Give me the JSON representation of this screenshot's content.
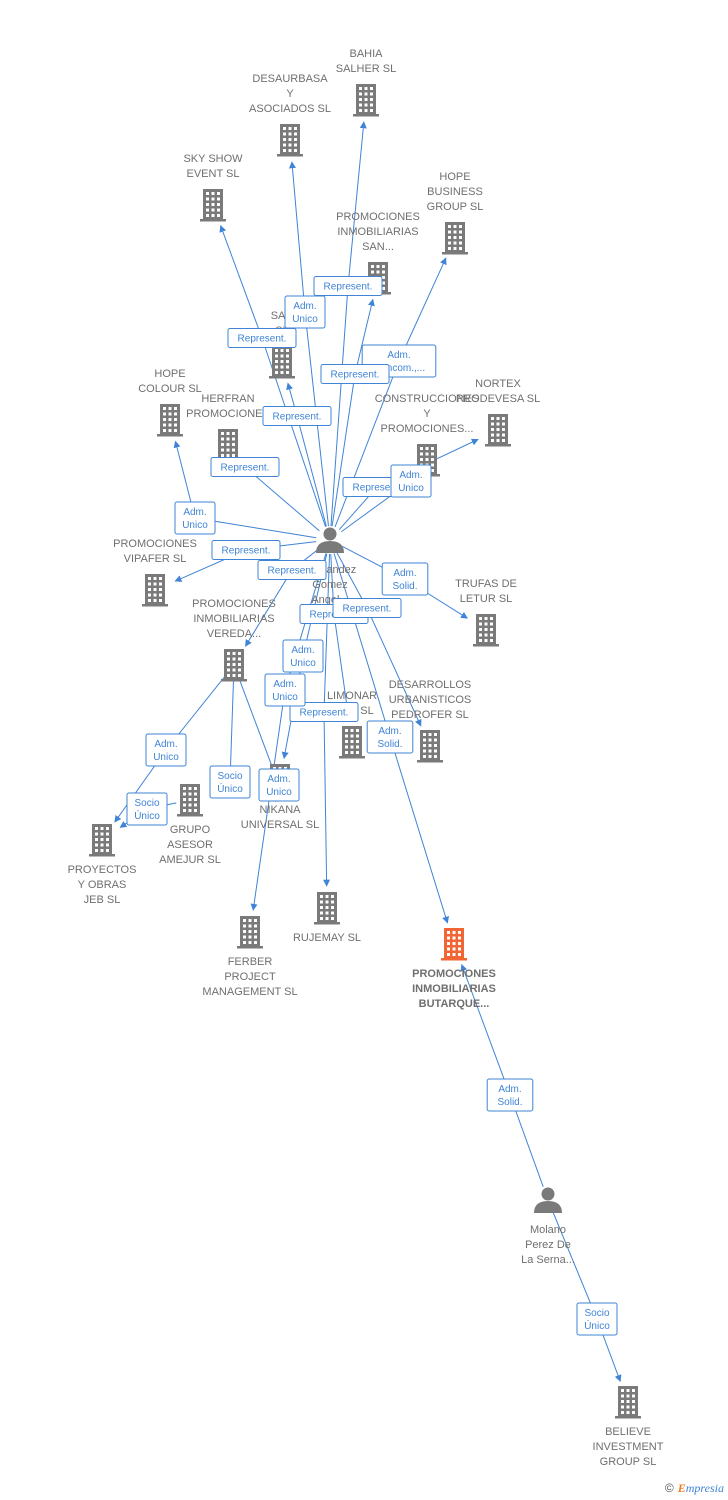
{
  "colors": {
    "edge": "#3f84d6",
    "building": "#7a7a7a",
    "building_highlight": "#f26535",
    "person": "#7a7a7a",
    "label": "#6f6f6f"
  },
  "nodes": [
    {
      "id": "bahia",
      "type": "company",
      "lines": [
        "BAHIA",
        "SALHER SL"
      ]
    },
    {
      "id": "desaurbasa",
      "type": "company",
      "lines": [
        "DESAURBASA",
        "Y",
        "ASOCIADOS SL"
      ]
    },
    {
      "id": "skyshow",
      "type": "company",
      "lines": [
        "SKY SHOW",
        "EVENT SL"
      ]
    },
    {
      "id": "hopebusiness",
      "type": "company",
      "lines": [
        "HOPE",
        "BUSINESS",
        "GROUP  SL"
      ]
    },
    {
      "id": "promosan",
      "type": "company",
      "lines": [
        "PROMOCIONES",
        "INMOBILIARIAS",
        "SAN..."
      ]
    },
    {
      "id": "san",
      "type": "company",
      "lines": [
        "SAN",
        "SL"
      ]
    },
    {
      "id": "hopecolour",
      "type": "company",
      "lines": [
        "HOPE",
        "COLOUR  SL"
      ]
    },
    {
      "id": "herfran",
      "type": "company",
      "lines": [
        "HERFRAN",
        "PROMOCIONES"
      ]
    },
    {
      "id": "nortex",
      "type": "company",
      "lines": [
        "NORTEX",
        "PRODEVESA SL"
      ]
    },
    {
      "id": "construcciones",
      "type": "company",
      "lines": [
        "CONSTRUCCIONES",
        "Y",
        "PROMOCIONES..."
      ]
    },
    {
      "id": "vipafer",
      "type": "company",
      "lines": [
        "PROMOCIONES",
        "VIPAFER SL"
      ]
    },
    {
      "id": "vereda",
      "type": "company",
      "lines": [
        "PROMOCIONES",
        "INMOBILIARIAS",
        "VEREDA..."
      ]
    },
    {
      "id": "trufas",
      "type": "company",
      "lines": [
        "TRUFAS DE",
        "LETUR SL"
      ]
    },
    {
      "id": "limonar",
      "type": "company",
      "lines": [
        "LIMONAR",
        "...IES SL"
      ]
    },
    {
      "id": "pedrofer",
      "type": "company",
      "lines": [
        "DESARROLLOS",
        "URBANISTICOS",
        "PEDROFER SL"
      ]
    },
    {
      "id": "asesor",
      "type": "company",
      "lines": [
        "GRUPO",
        "ASESOR",
        "AMEJUR SL"
      ]
    },
    {
      "id": "jeb",
      "type": "company",
      "lines": [
        "PROYECTOS",
        "Y OBRAS",
        "JEB SL"
      ]
    },
    {
      "id": "nikana",
      "type": "company",
      "lines": [
        "NIKANA",
        "UNIVERSAL SL"
      ]
    },
    {
      "id": "rujemay",
      "type": "company",
      "lines": [
        "RUJEMAY SL"
      ]
    },
    {
      "id": "ferber",
      "type": "company",
      "lines": [
        "FERBER",
        "PROJECT",
        "MANAGEMENT SL"
      ]
    },
    {
      "id": "butarque",
      "type": "company",
      "main": true,
      "lines": [
        "PROMOCIONES",
        "INMOBILIARIAS",
        "BUTARQUE..."
      ]
    },
    {
      "id": "believe",
      "type": "company",
      "lines": [
        "BELIEVE",
        "INVESTMENT",
        "GROUP SL"
      ]
    },
    {
      "id": "fernandez",
      "type": "person",
      "lines": [
        "Fernandez",
        "Gomez",
        "Angel..."
      ]
    },
    {
      "id": "molano",
      "type": "person",
      "lines": [
        "Molano",
        "Perez De",
        "La Serna..."
      ]
    }
  ],
  "edges": [
    {
      "from": "fernandez",
      "to": "bahia",
      "label": [
        "Represent."
      ]
    },
    {
      "from": "fernandez",
      "to": "desaurbasa",
      "label": [
        "Adm.",
        "Unico"
      ]
    },
    {
      "from": "fernandez",
      "to": "skyshow",
      "label": [
        "Represent."
      ]
    },
    {
      "from": "fernandez",
      "to": "hopebusiness",
      "label": [
        "Adm.",
        "Mancom.,..."
      ]
    },
    {
      "from": "fernandez",
      "to": "promosan",
      "label": [
        "Represent."
      ]
    },
    {
      "from": "fernandez",
      "to": "san",
      "label": [
        "Represent."
      ]
    },
    {
      "from": "fernandez",
      "to": "hopecolour",
      "label": [
        "Adm.",
        "Unico"
      ]
    },
    {
      "from": "fernandez",
      "to": "herfran",
      "label": [
        "Represent."
      ]
    },
    {
      "from": "fernandez",
      "to": "nortex",
      "label": [
        "Represent."
      ]
    },
    {
      "from": "fernandez",
      "to": "construcciones",
      "label": [
        "Adm.",
        "Unico"
      ]
    },
    {
      "from": "fernandez",
      "to": "vipafer",
      "label": [
        "Represent."
      ]
    },
    {
      "from": "fernandez",
      "to": "vereda",
      "label": [
        "Represent."
      ]
    },
    {
      "from": "fernandez",
      "to": "trufas",
      "label": [
        "Adm.",
        "Solid."
      ]
    },
    {
      "from": "fernandez",
      "to": "limonar",
      "label": [
        "Represent."
      ]
    },
    {
      "from": "fernandez",
      "to": "pedrofer",
      "label": [
        "Represent."
      ]
    },
    {
      "from": "fernandez",
      "to": "nikana",
      "label": [
        "Adm.",
        "Unico"
      ]
    },
    {
      "from": "fernandez",
      "to": "rujemay",
      "label": [
        "Represent."
      ]
    },
    {
      "from": "fernandez",
      "to": "ferber",
      "label": [
        "Adm.",
        "Unico"
      ]
    },
    {
      "from": "fernandez",
      "to": "butarque",
      "label": [
        "Adm.",
        "Solid."
      ]
    },
    {
      "from": "vereda",
      "to": "jeb",
      "label": [
        "Adm.",
        "Unico"
      ]
    },
    {
      "from": "vereda",
      "to": "asesor",
      "label": [
        "Socio",
        "Único"
      ]
    },
    {
      "from": "vereda",
      "to": "nikana",
      "label": [
        "Adm.",
        "Unico"
      ]
    },
    {
      "from": "asesor",
      "to": "jeb",
      "label": [
        "Socio",
        "Único"
      ]
    },
    {
      "from": "molano",
      "to": "butarque",
      "label": [
        "Adm.",
        "Solid."
      ]
    },
    {
      "from": "molano",
      "to": "believe",
      "label": [
        "Socio",
        "Único"
      ]
    }
  ],
  "footer": {
    "copyright": "©",
    "brand_initial": "E",
    "brand_rest": "mpresia"
  }
}
